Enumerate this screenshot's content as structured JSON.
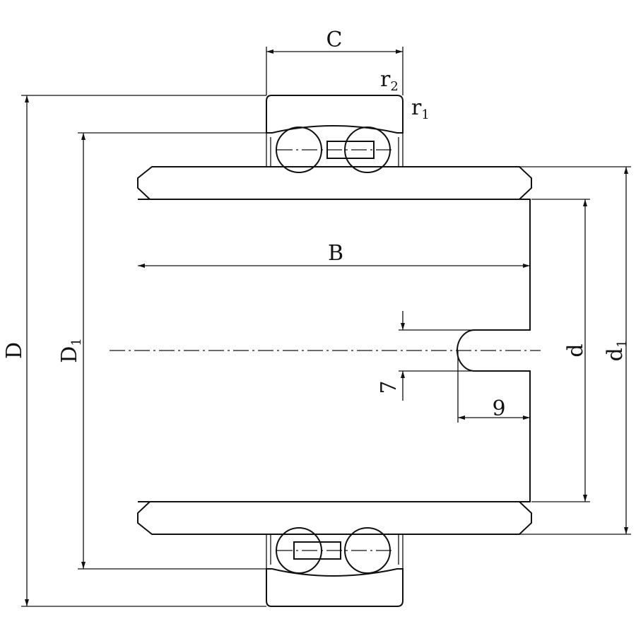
{
  "colors": {
    "part_fill": "#00b5b8",
    "outline": "#111111",
    "background": "#ffffff"
  },
  "dimensions": {
    "C": "C",
    "r2": {
      "main": "r",
      "sub": "2"
    },
    "r1": {
      "main": "r",
      "sub": "1"
    },
    "B": "B",
    "D": "D",
    "D1": {
      "main": "D",
      "sub": "1"
    },
    "d": "d",
    "d1": {
      "main": "d",
      "sub": "1"
    },
    "slot_width": "7",
    "slot_depth": "9"
  }
}
